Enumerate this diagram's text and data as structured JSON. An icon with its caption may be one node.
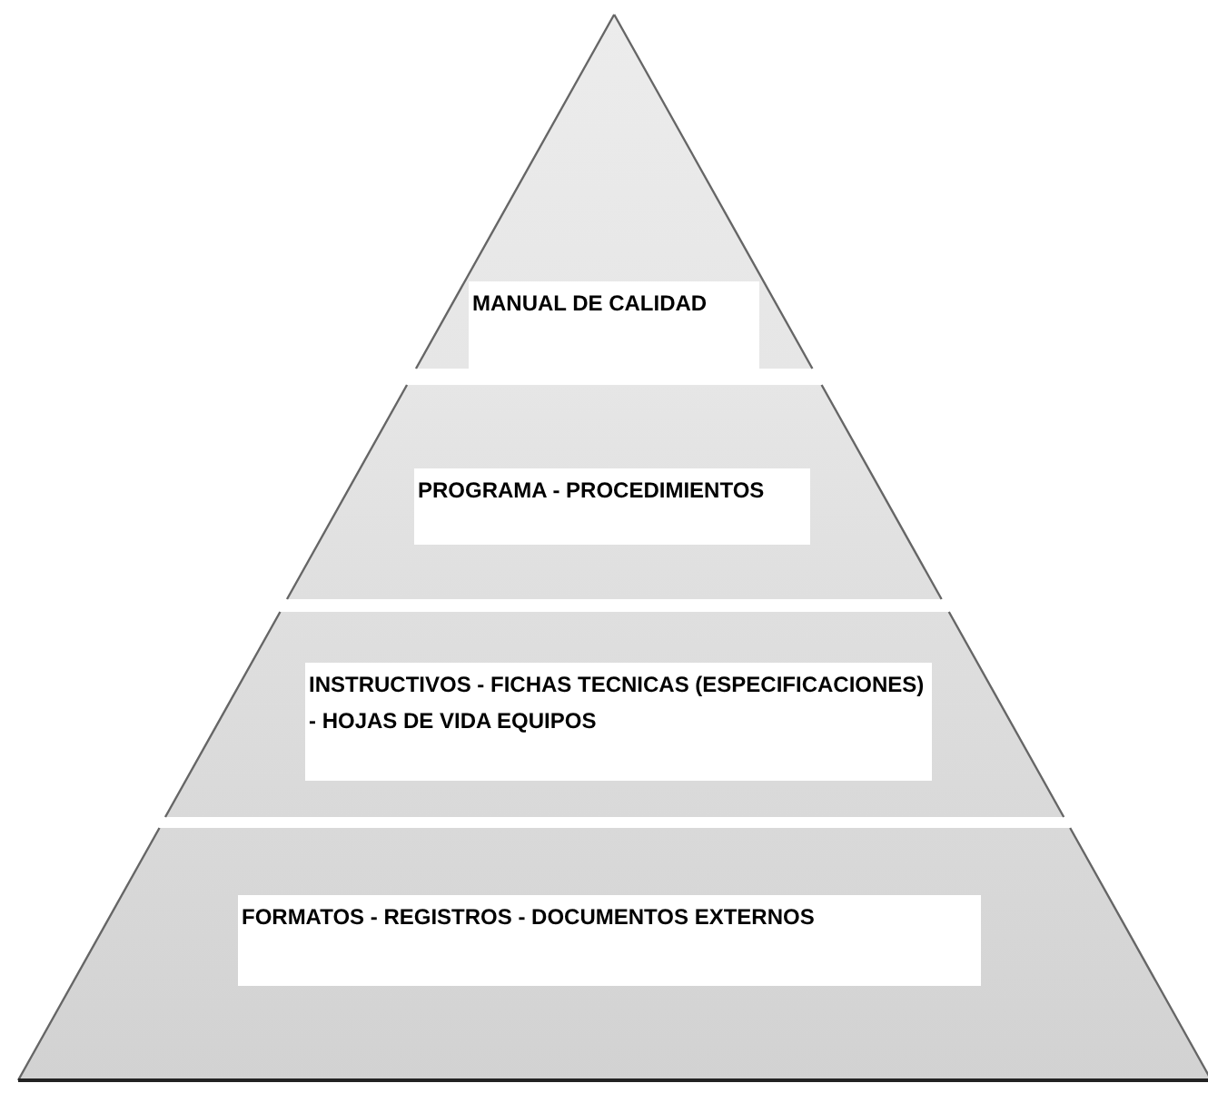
{
  "diagram": {
    "nodes": [
      {
        "text": [
          "MANUAL DE CALIDAD"
        ]
      },
      {
        "text": [
          "PROGRAMA - PROCEDIMIENTOS"
        ]
      },
      {
        "text": [
          "INSTRUCTIVOS - FICHAS TECNICAS (ESPECIFICACIONES) - HOJAS DE VIDA EQUIPOS"
        ]
      },
      {
        "text": [
          "FORMATOS - REGISTROS - DOCUMENTOS EXTERNOS"
        ]
      }
    ]
  }
}
